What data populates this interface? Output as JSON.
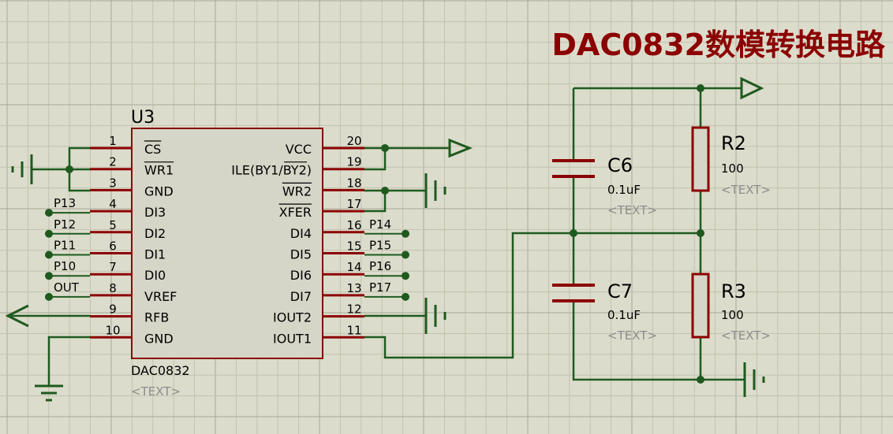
{
  "title": "DAC0832数模转换电路",
  "colors": {
    "background": "#dcdccc",
    "grid": "#c2c2b0",
    "grid_major": "#a8a898",
    "wire": "#1e5a1e",
    "pin": "#8b0000",
    "body_fill": "#d6d6c8",
    "body_stroke": "#8b0000",
    "title": "#8b0000",
    "text": "#000000",
    "placeholder": "#8c8c8c"
  },
  "chip": {
    "ref": "U3",
    "part": "DAC0832",
    "text_placeholder": "<TEXT>",
    "left_pins": [
      {
        "num": "1",
        "name": "CS",
        "net": ""
      },
      {
        "num": "2",
        "name": "WR1",
        "net": ""
      },
      {
        "num": "3",
        "name": "GND",
        "net": ""
      },
      {
        "num": "4",
        "name": "DI3",
        "net": "P13"
      },
      {
        "num": "5",
        "name": "DI2",
        "net": "P12"
      },
      {
        "num": "6",
        "name": "DI1",
        "net": "P11"
      },
      {
        "num": "7",
        "name": "DI0",
        "net": "P10"
      },
      {
        "num": "8",
        "name": "VREF",
        "net": "OUT"
      },
      {
        "num": "9",
        "name": "RFB",
        "net": ""
      },
      {
        "num": "10",
        "name": "GND",
        "net": ""
      }
    ],
    "right_pins": [
      {
        "num": "20",
        "name": "VCC",
        "net": ""
      },
      {
        "num": "19",
        "name": "ILE(BY1/BY2)",
        "net": ""
      },
      {
        "num": "18",
        "name": "WR2",
        "net": ""
      },
      {
        "num": "17",
        "name": "XFER",
        "net": ""
      },
      {
        "num": "16",
        "name": "DI4",
        "net": "P14"
      },
      {
        "num": "15",
        "name": "DI5",
        "net": "P15"
      },
      {
        "num": "14",
        "name": "DI6",
        "net": "P16"
      },
      {
        "num": "13",
        "name": "DI7",
        "net": "P17"
      },
      {
        "num": "12",
        "name": "IOUT2",
        "net": ""
      },
      {
        "num": "11",
        "name": "IOUT1",
        "net": ""
      }
    ]
  },
  "components": {
    "c6": {
      "ref": "C6",
      "value": "0.1uF",
      "text": "<TEXT>"
    },
    "c7": {
      "ref": "C7",
      "value": "0.1uF",
      "text": "<TEXT>"
    },
    "r2": {
      "ref": "R2",
      "value": "100",
      "text": "<TEXT>"
    },
    "r3": {
      "ref": "R3",
      "value": "100",
      "text": "<TEXT>"
    }
  }
}
